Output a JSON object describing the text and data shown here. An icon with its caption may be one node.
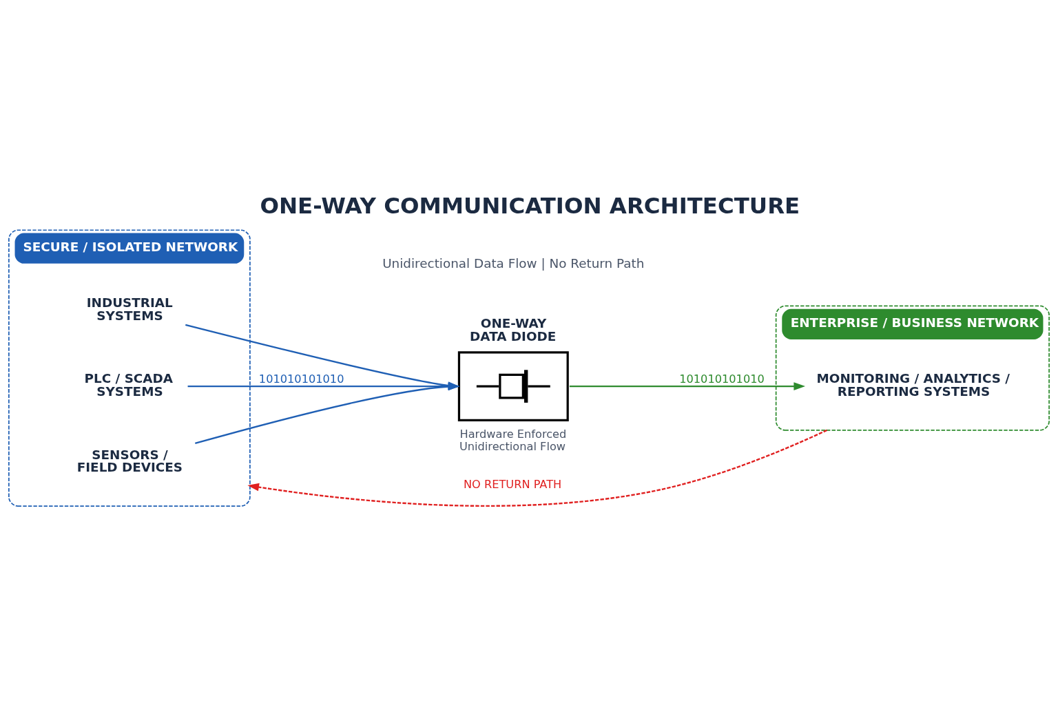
{
  "diagram": {
    "title": "ONE-WAY COMMUNICATION ARCHITECTURE",
    "nodes": [
      {
        "text": [
          "SECURE / ISOLATED NETWORK"
        ]
      },
      {
        "text": [
          "INDUSTRIAL SYSTEMS"
        ],
        "in": 0
      },
      {
        "text": [
          "PLC / SCADA SYSTEMS"
        ],
        "in": 0
      },
      {
        "text": [
          "SENSORS / FIELD DEVICES"
        ],
        "in": 0
      },
      {
        "text": [
          "ONE-WAY DATA DIODE"
        ],
        "beside": [
          "Hardware Enforced Unidirectional Flow"
        ]
      },
      {
        "text": [
          "ENTERPRISE / BUSINESS NETWORK"
        ]
      },
      {
        "text": [
          "MONITORING / ANALYTICS / REPORTING SYSTEMS"
        ],
        "in": 5
      }
    ],
    "edges": [
      {
        "from": 1,
        "to": 4,
        "arrow": "to"
      },
      {
        "from": 2,
        "to": 4,
        "arrow": "to",
        "label": "101010101010"
      },
      {
        "from": 3,
        "to": 4,
        "arrow": "to"
      },
      {
        "from": 4,
        "to": 6,
        "arrow": "to",
        "label": "101010101010",
        "color": "#2e8b2e"
      },
      {
        "from": 5,
        "to": 0,
        "arrow": "to",
        "label": "NO RETURN PATH",
        "style": "dashed",
        "color": "#e02020"
      }
    ],
    "labels": [
      "Unidirectional Data Flow | No Return Path"
    ]
  }
}
